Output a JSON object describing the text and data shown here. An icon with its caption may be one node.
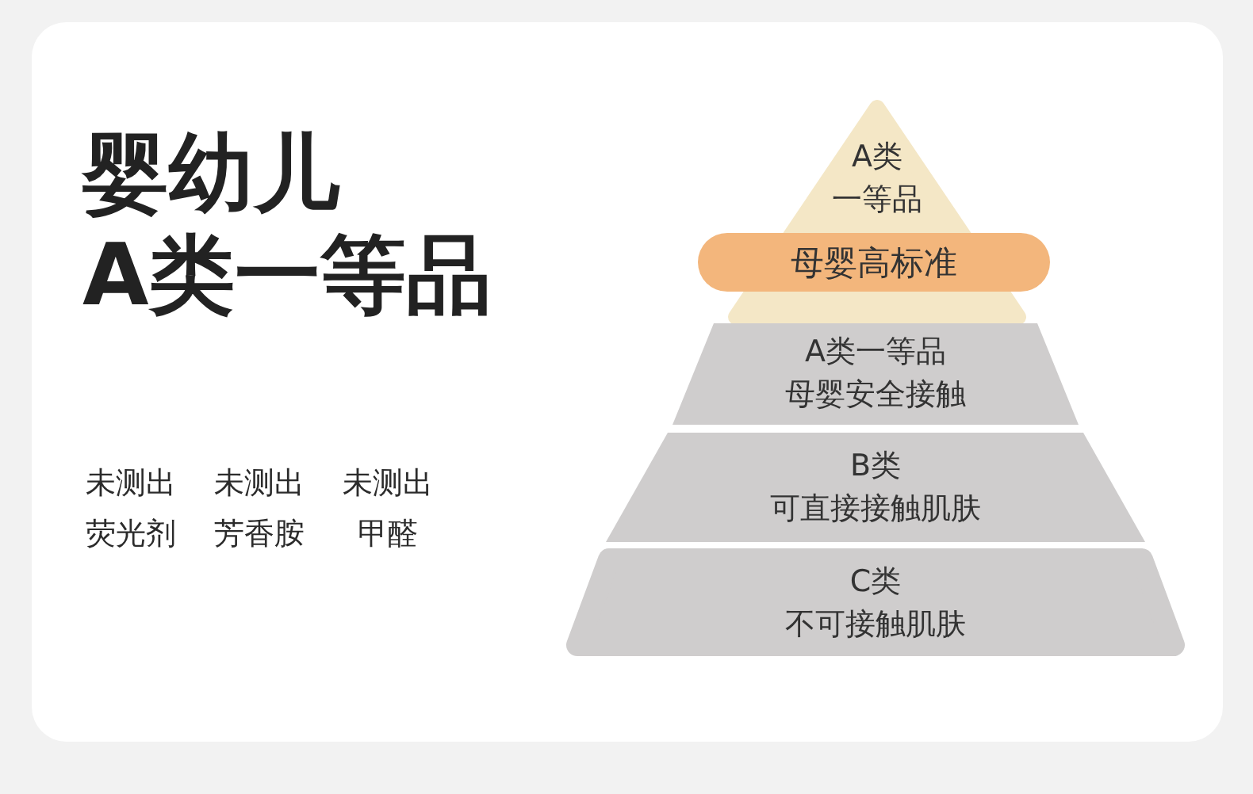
{
  "diagram": {
    "title": "婴幼儿 A类一等品",
    "nodes": [
      {
        "text": [
          "A类",
          "一等品"
        ]
      },
      {
        "text": [
          "母婴高标准"
        ]
      },
      {
        "text": [
          "A类一等品",
          "母婴安全接触"
        ]
      },
      {
        "text": [
          "B类",
          "可直接接触肌肤"
        ]
      },
      {
        "text": [
          "C类",
          "不可接触肌肤"
        ]
      }
    ],
    "labels": [
      "未测出",
      "未测出",
      "未测出",
      "荧光剂",
      "芳香胺",
      "甲醛"
    ]
  }
}
